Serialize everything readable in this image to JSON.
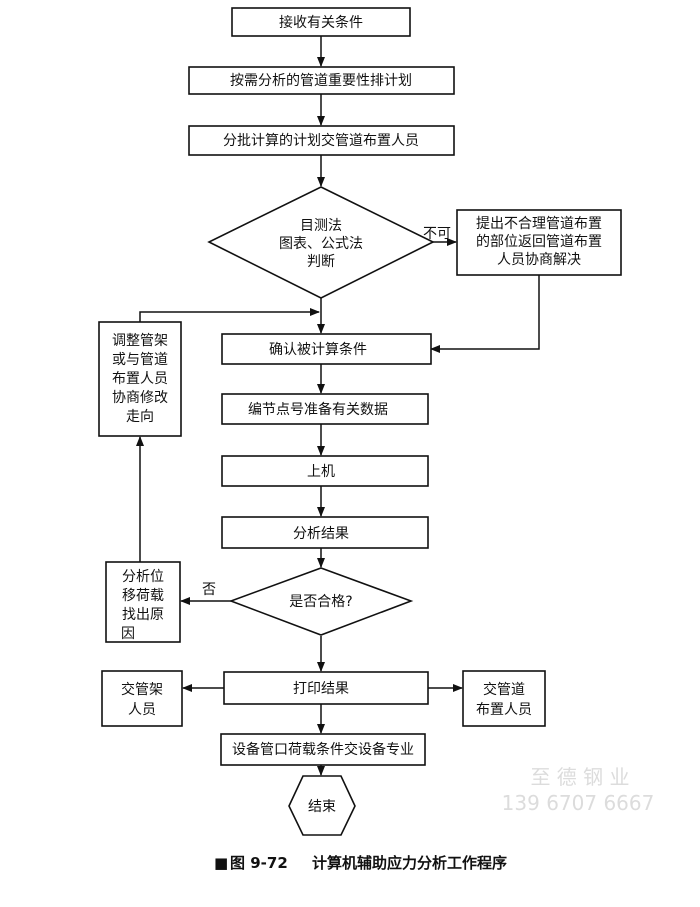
{
  "nodes": {
    "n1": "接收有关条件",
    "n2": "按需分析的管道重要性排计划",
    "n3": "分批计算的计划交管道布置人员",
    "d1": [
      "目测法",
      "图表、公式法",
      "判断"
    ],
    "r1": [
      "提出不合理管道布置",
      "的部位返回管道布置",
      "人员协商解决"
    ],
    "l1": [
      "调整管架",
      "或与管道",
      "布置人员",
      "协商修改",
      "走向"
    ],
    "n4": "确认被计算条件",
    "n5": "编节点号准备有关数据",
    "n6": "上机",
    "n7": "分析结果",
    "d2": "是否合格?",
    "l2": [
      "分析位",
      "移荷载",
      "找出原",
      "因"
    ],
    "n8": "打印结果",
    "lb": [
      "交管架",
      "人员"
    ],
    "rb": [
      "交管道",
      "布置人员"
    ],
    "n9": "设备管口荷载条件交设备专业",
    "end": "结束"
  },
  "edges": {
    "no1": "不可",
    "no2": "否"
  },
  "watermark": {
    "name": "至 德 钢 业",
    "phone": "139 6707 6667"
  },
  "caption": {
    "marker": "■",
    "number": "图 9-72",
    "title": "计算机辅助应力分析工作程序"
  }
}
